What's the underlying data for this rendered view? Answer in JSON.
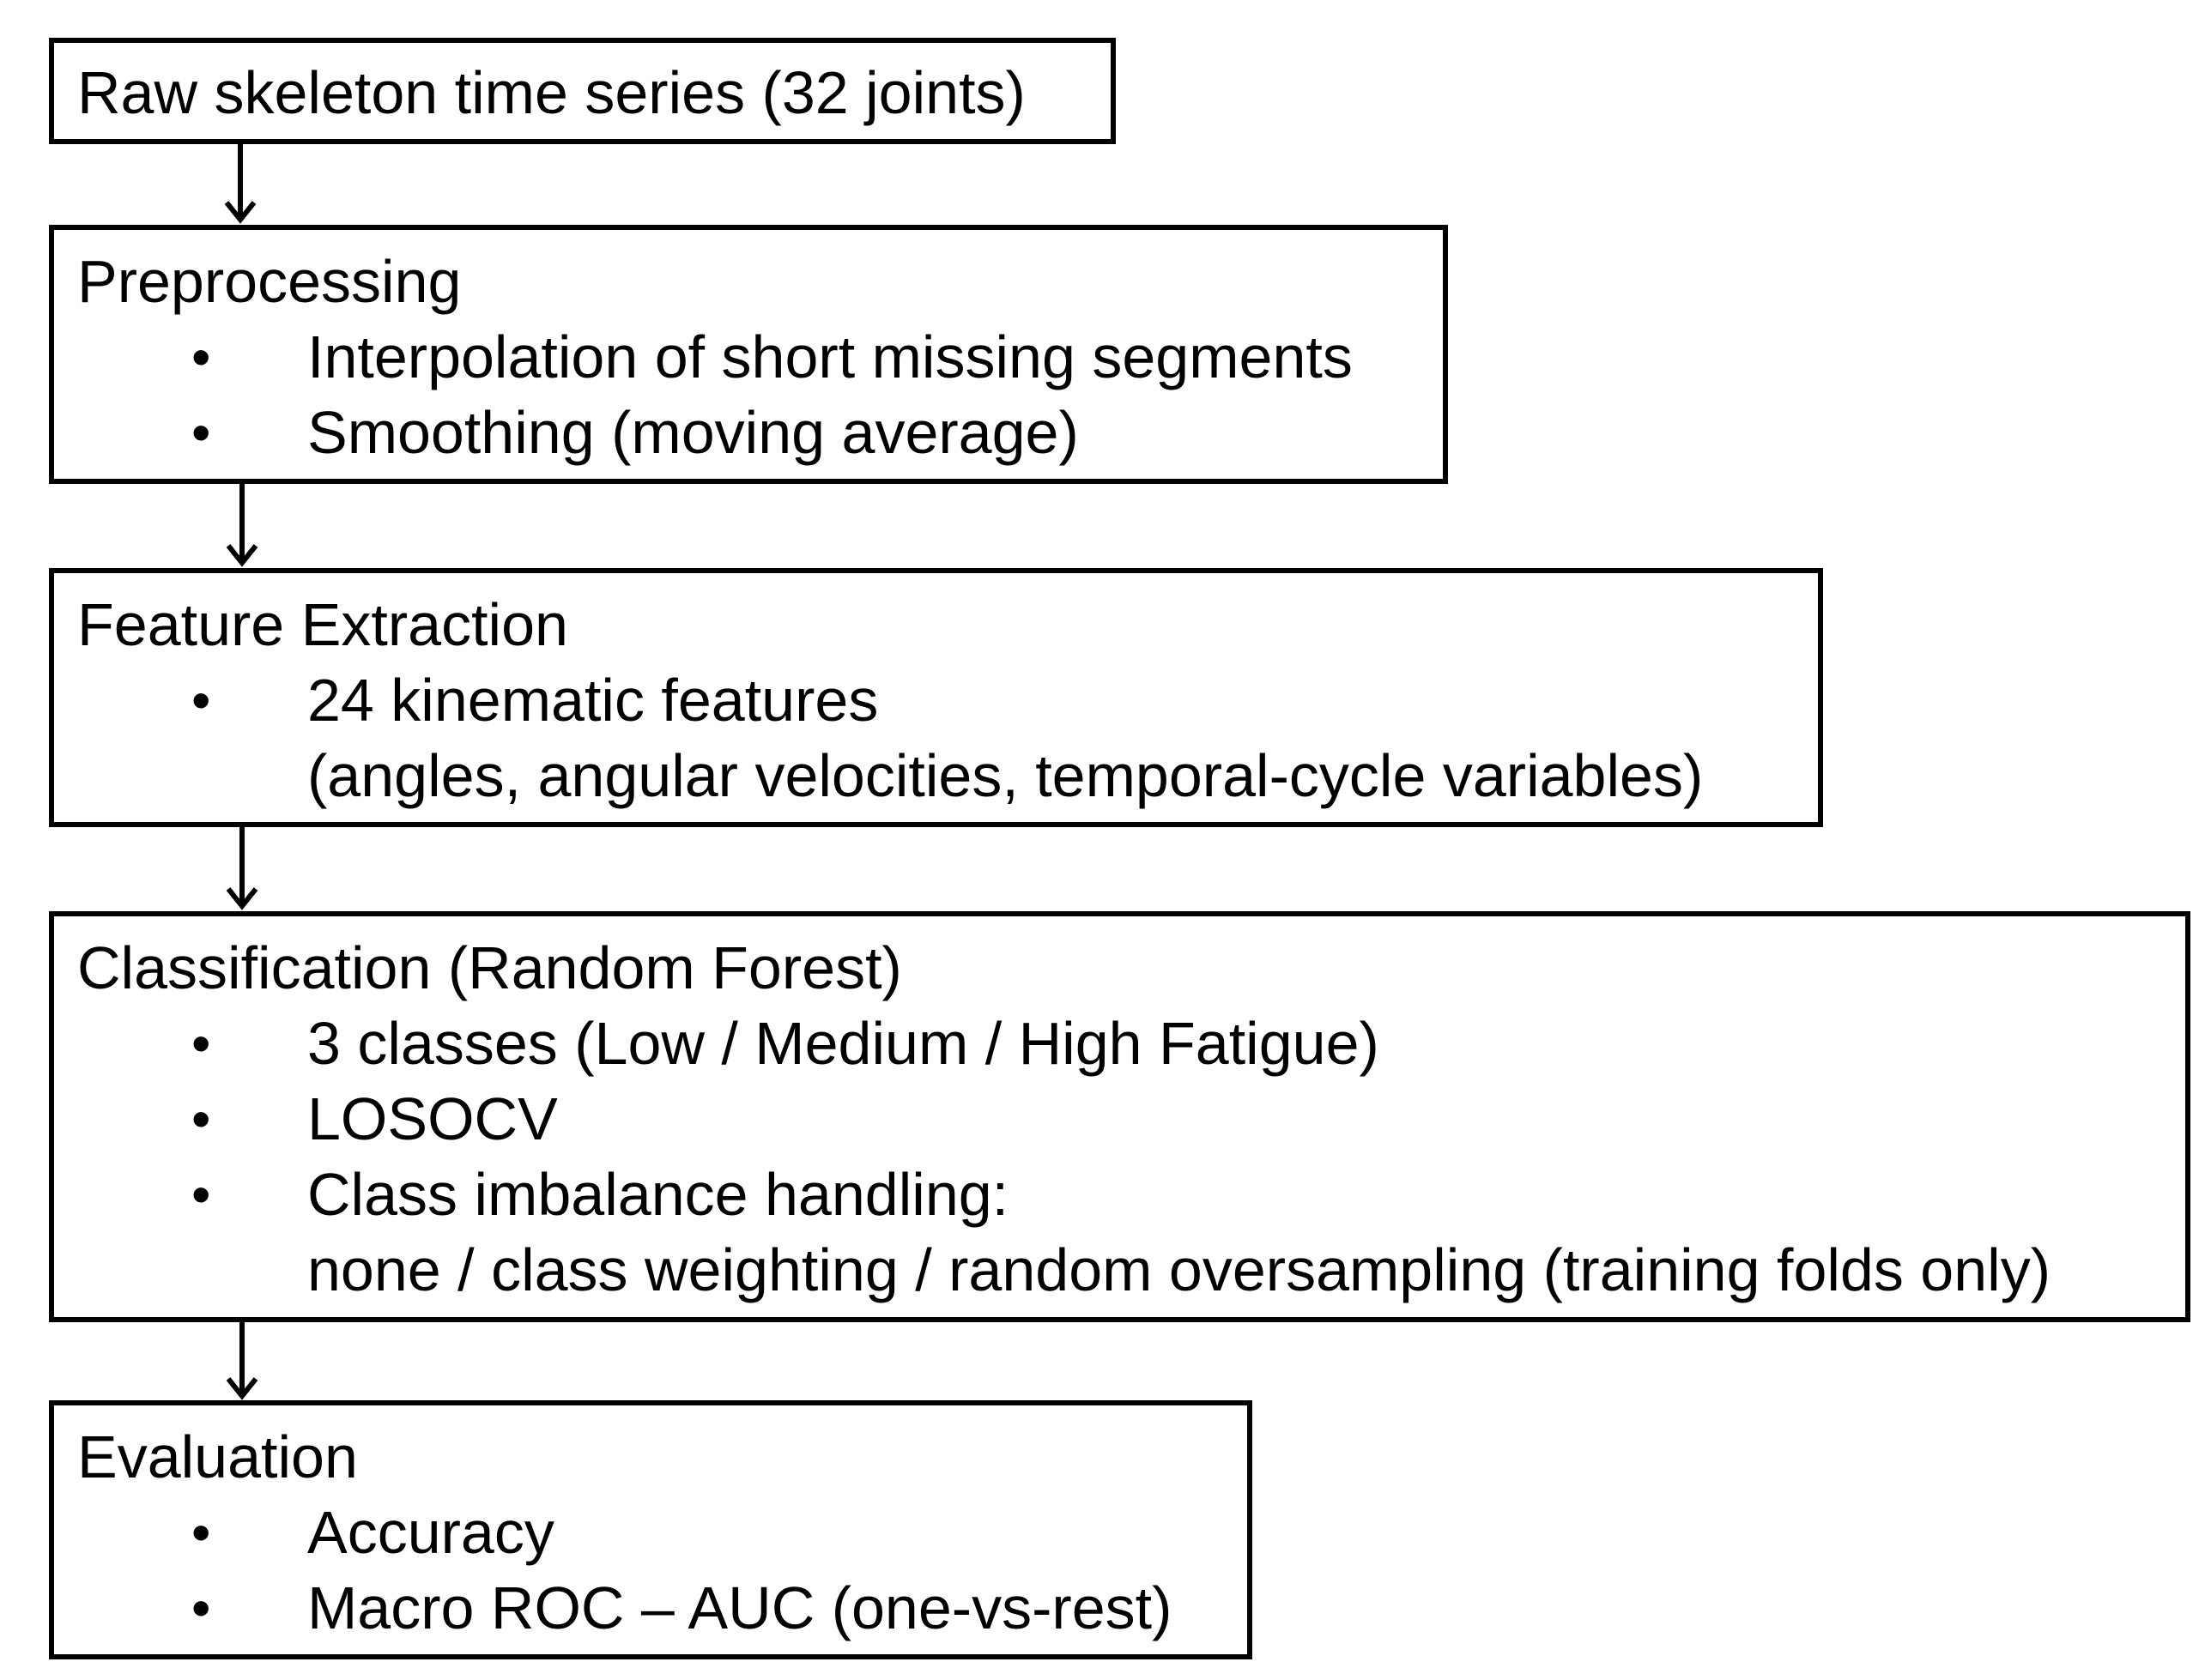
{
  "diagram": {
    "steps": [
      {
        "title": "Raw skeleton time series (32 joints)",
        "items": []
      },
      {
        "title": "Preprocessing",
        "items": [
          "Interpolation of short missing segments",
          "Smoothing (moving average)"
        ]
      },
      {
        "title": "Feature Extraction",
        "items": [
          "24 kinematic features",
          "(angles, angular velocities, temporal-cycle variables)"
        ]
      },
      {
        "title": "Classification (Random Forest)",
        "items": [
          "3 classes (Low / Medium / High Fatigue)",
          "LOSOCV",
          "Class imbalance handling:",
          "none / class weighting / random oversampling (training folds only)"
        ]
      },
      {
        "title": "Evaluation",
        "items": [
          "Accuracy",
          "Macro ROC – AUC (one-vs-rest)"
        ]
      }
    ],
    "bullet_symbol": "•",
    "border_color": "#000000"
  }
}
